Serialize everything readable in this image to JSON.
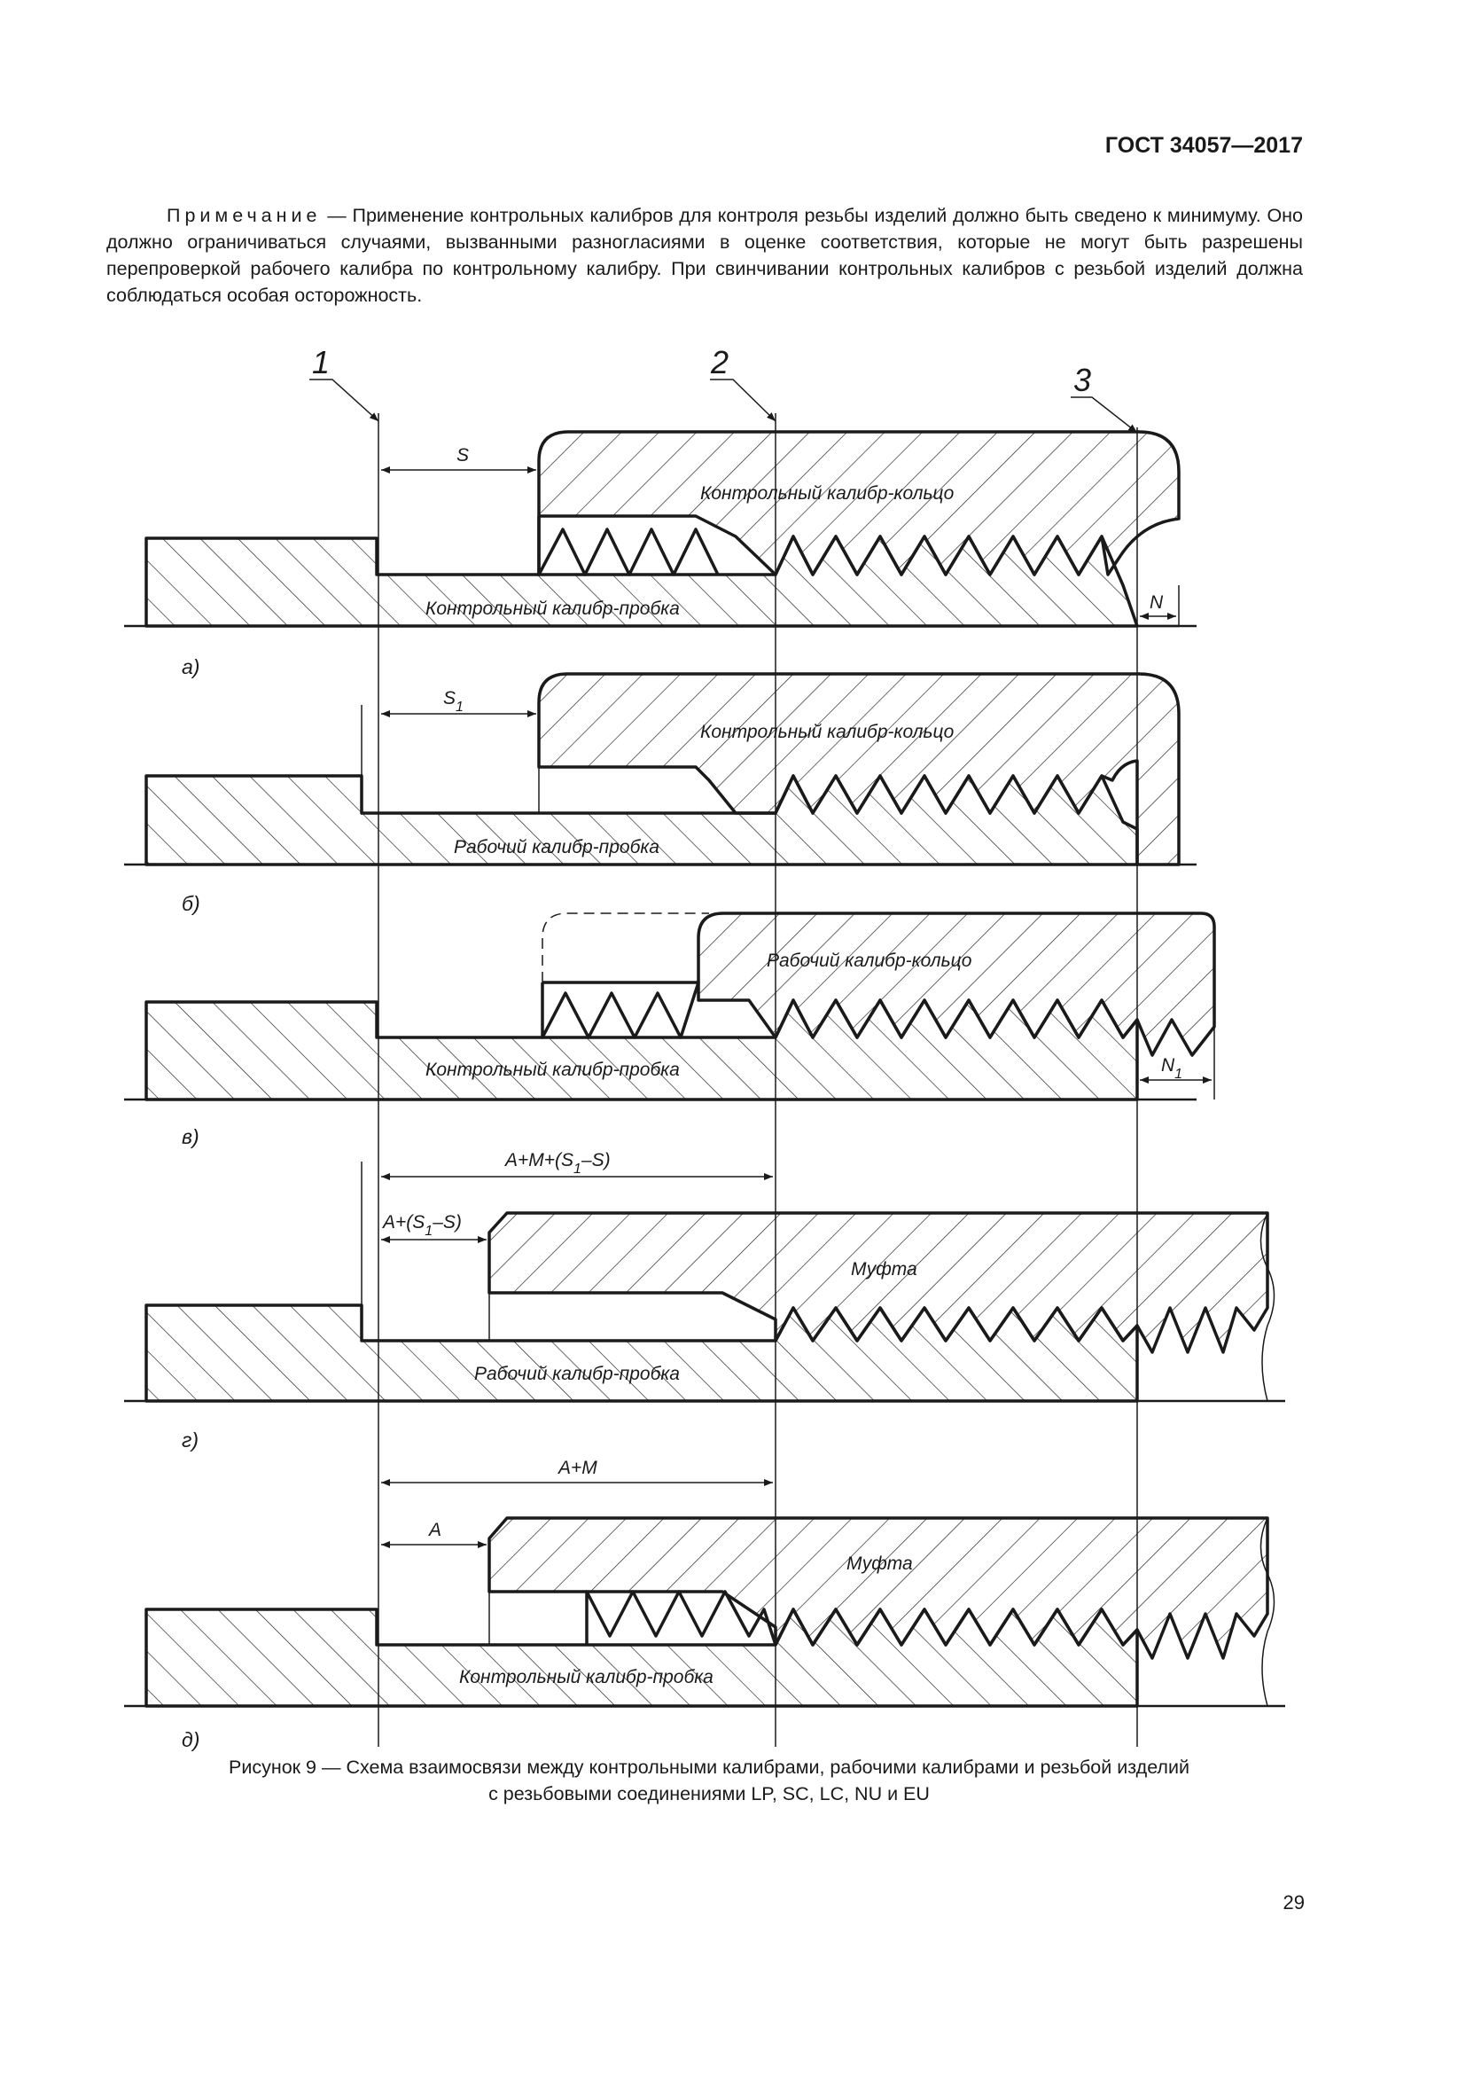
{
  "header": {
    "standard": "ГОСТ 34057—2017"
  },
  "note": {
    "label": "Примечание",
    "text": " — Применение контрольных калибров для контроля резьбы изделий должно быть сведено к минимуму. Оно должно ограничиваться случаями, вызванными разногласиями в оценке соответствия, которые не могут быть разрешены перепроверкой рабочего калибра по контрольному калибру. При свинчивании контрольных калибров с резьбой изделий должна соблюдаться особая осторожность."
  },
  "figure": {
    "callouts": [
      "1",
      "2",
      "3"
    ],
    "panels": [
      {
        "letter": "а)",
        "top_label": "Контрольный калибр-кольцо",
        "bottom_label": "Контрольный калибр-пробка",
        "dim_label": "S",
        "end_label": "N"
      },
      {
        "letter": "б)",
        "top_label": "Контрольный калибр-кольцо",
        "bottom_label": "Рабочий калибр-пробка",
        "dim_label": "S",
        "dim_sub": "1"
      },
      {
        "letter": "в)",
        "top_label": "Рабочий калибр-кольцо",
        "bottom_label": "Контрольный калибр-пробка",
        "end_label": "N",
        "end_sub": "1"
      },
      {
        "letter": "г)",
        "top_label": "Муфта",
        "bottom_label": "Рабочий калибр-пробка",
        "dim_long": [
          "A+M+(S",
          "1",
          "–S)"
        ],
        "dim_short": [
          "A+(S",
          "1",
          "–S)"
        ]
      },
      {
        "letter": "д)",
        "top_label": "Муфта",
        "bottom_label": "Контрольный калибр-пробка",
        "dim_long": "A+M",
        "dim_short": "A"
      }
    ]
  },
  "caption": {
    "line1": "Рисунок 9 — Схема взаимосвязи между контрольными калибрами, рабочими калибрами и резьбой изделий",
    "line2": "с резьбовыми соединениями LP, SC, LC, NU и EU"
  },
  "page_number": "29",
  "colors": {
    "ink": "#1a1a1a",
    "paper": "#ffffff"
  }
}
